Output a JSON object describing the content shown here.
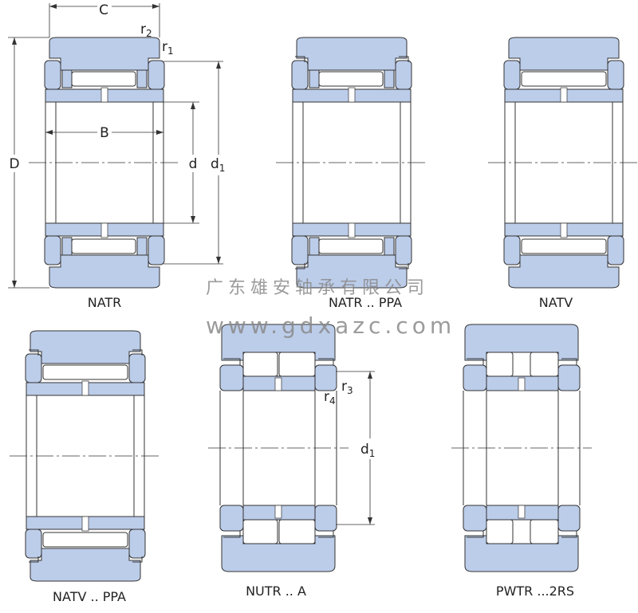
{
  "colors": {
    "fill": "#bccdea",
    "stroke": "#333333",
    "watermark": "#8a8a8a"
  },
  "watermark": {
    "company": "广东雄安轴承有限公司",
    "url": "www.gdxazc.com"
  },
  "bearings": [
    {
      "id": "natr",
      "label": "NATR",
      "type": "na",
      "cage": true,
      "seal": false
    },
    {
      "id": "natr-ppa",
      "label": "NATR .. PPA",
      "type": "na",
      "cage": true,
      "seal": true
    },
    {
      "id": "natv",
      "label": "NATV",
      "type": "na",
      "cage": false,
      "seal": false
    },
    {
      "id": "natv-ppa",
      "label": "NATV .. PPA",
      "type": "na",
      "cage": false,
      "seal": true
    },
    {
      "id": "nutr-a",
      "label": "NUTR .. A",
      "type": "nu",
      "gap": false
    },
    {
      "id": "pwtr-2rs",
      "label": "PWTR ...2RS",
      "type": "nu",
      "gap": true
    }
  ],
  "dimensions": {
    "C": "C",
    "r": "r",
    "r2_sub": "2",
    "r1_sub": "1",
    "B": "B",
    "D": "D",
    "d": "d",
    "d1_sub": "1",
    "r3_sub": "3",
    "r4_sub": "4"
  }
}
